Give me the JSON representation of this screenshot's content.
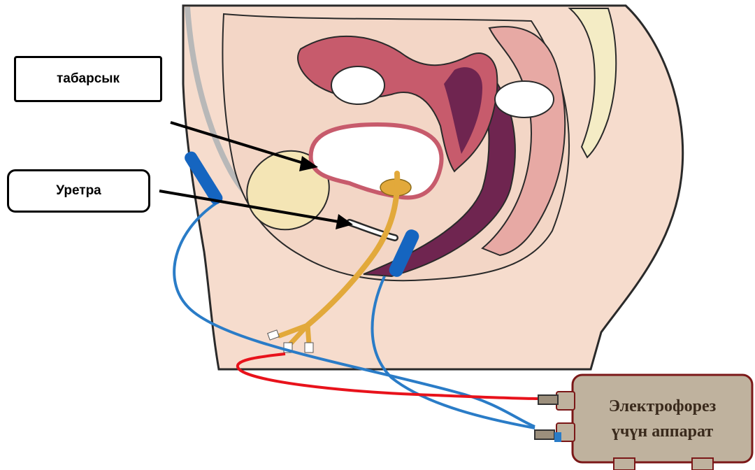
{
  "labels": {
    "bladder": "табарсык",
    "urethra": "Уретра"
  },
  "device": {
    "line1": "Электрофорез",
    "line2": "үчүн аппарат"
  },
  "colors": {
    "skin": "#f6dccd",
    "outline": "#2a2a2a",
    "uterus": "#c75b6c",
    "uterus_inner": "#6f2550",
    "bladder_fill": "#ffffff",
    "pubic_bone": "#f4e5b5",
    "catheter": "#e2a93b",
    "electrode": "#1565c0",
    "wire_blue": "#2a7cc7",
    "wire_red": "#e8121b",
    "device_body": "#bfb29e",
    "device_border": "#7b1818",
    "plug": "#9c8f7c"
  }
}
